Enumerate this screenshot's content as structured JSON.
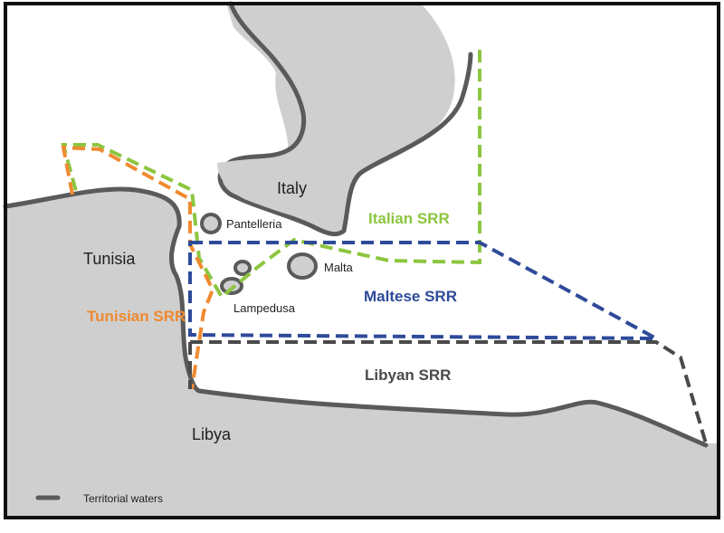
{
  "map": {
    "countries": {
      "italy": "Italy",
      "tunisia": "Tunisia",
      "libya": "Libya"
    },
    "islands": {
      "pantelleria": "Pantelleria",
      "malta": "Malta",
      "lampedusa": "Lampedusa"
    },
    "srr": {
      "italian": {
        "label": "Italian SRR",
        "color": "#8cc63f"
      },
      "maltese": {
        "label": "Maltese SRR",
        "color": "#2e4a9a"
      },
      "tunisian": {
        "label": "Tunisian SRR",
        "color": "#f08a30"
      },
      "libyan": {
        "label": "Libyan SRR",
        "color": "#4a4a4a"
      }
    },
    "legend": {
      "territorial_waters": "Territorial waters",
      "territorial_waters_color": "#5a5a5a"
    },
    "colors": {
      "sea": "#ffffff",
      "land": "#cfcfcf",
      "frame": "#111111"
    }
  }
}
